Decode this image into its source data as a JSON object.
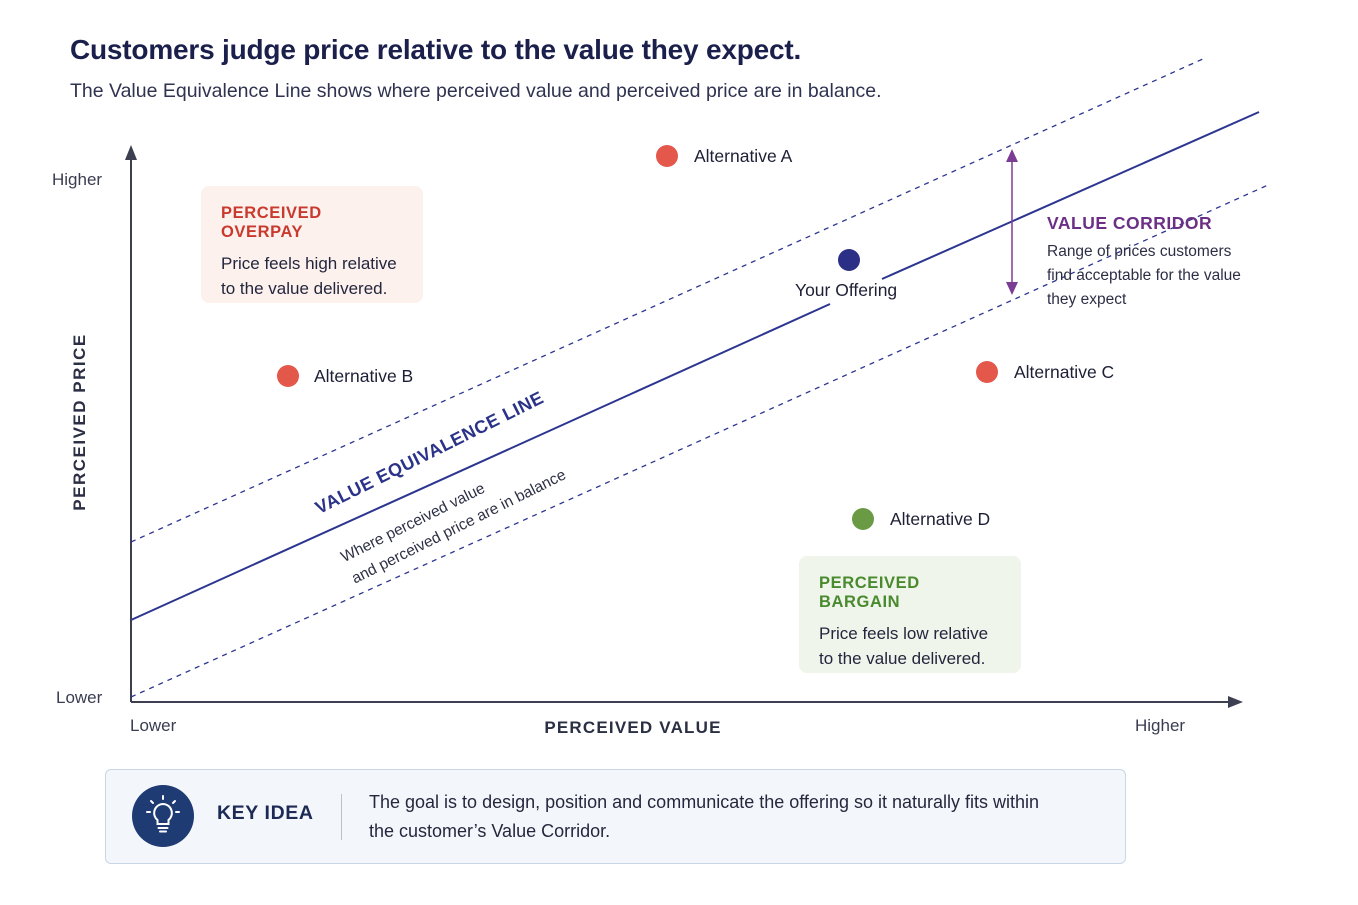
{
  "header": {
    "title": "Customers judge price relative to the value they expect.",
    "subtitle": "The Value Equivalence Line shows where perceived value and perceived price are in balance."
  },
  "axes": {
    "y_title": "PERCEIVED PRICE",
    "y_high": "Higher",
    "y_low": "Lower",
    "x_title": "PERCEIVED VALUE",
    "x_low": "Lower",
    "x_high": "Higher"
  },
  "zones": {
    "overpay": {
      "title": "PERCEIVED OVERPAY",
      "text": "Price feels high relative to the value delivered."
    },
    "bargain": {
      "title": "PERCEIVED BARGAIN",
      "text": "Price feels low relative to the value delivered."
    }
  },
  "equivalence_line": {
    "label": "VALUE EQUIVALENCE LINE",
    "desc_line1": "Where perceived value",
    "desc_line2": "and perceived price are in balance"
  },
  "corridor": {
    "title": "VALUE CORRIDOR",
    "text": "Range of prices customers find acceptable for the value they expect"
  },
  "points": {
    "alt_a": {
      "label": "Alternative A",
      "color": "#e4574b"
    },
    "alt_b": {
      "label": "Alternative B",
      "color": "#e4574b"
    },
    "alt_c": {
      "label": "Alternative C",
      "color": "#e4574b"
    },
    "alt_d": {
      "label": "Alternative D",
      "color": "#6b9a45"
    },
    "yours": {
      "label": "Your Offering",
      "color": "#2c2f86"
    }
  },
  "colors": {
    "line": "#2c3590",
    "corridor": "#7b3d94",
    "axis": "#3c3f50"
  },
  "key_idea": {
    "icon": "lightbulb-icon",
    "title": "KEY IDEA",
    "text": "The goal is to design, position and communicate the offering so it naturally fits within the customer’s Value Corridor."
  }
}
